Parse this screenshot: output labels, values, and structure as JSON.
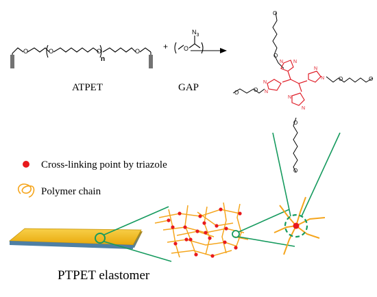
{
  "colors": {
    "structure": "#000000",
    "triazole": "#e0202a",
    "network_chain": "#f5a51c",
    "crosslink_point": "#e8191c",
    "callout_line": "#159a5e",
    "slab_top": "#f2b70d",
    "slab_edge": "#4e7fa4"
  },
  "reaction": {
    "reactant1_name": "ATPET",
    "reactant2_name": "GAP",
    "plus_sign": "+",
    "repeat_n": "n",
    "azide_label": "N",
    "azide_subscript": "3",
    "triazole_atom": "N",
    "arrow": "reaction-arrow"
  },
  "legend": {
    "crosslink_label": "Cross-linking point by triazole",
    "chain_label": "Polymer chain"
  },
  "material": {
    "label": "PTPET elastomer"
  }
}
